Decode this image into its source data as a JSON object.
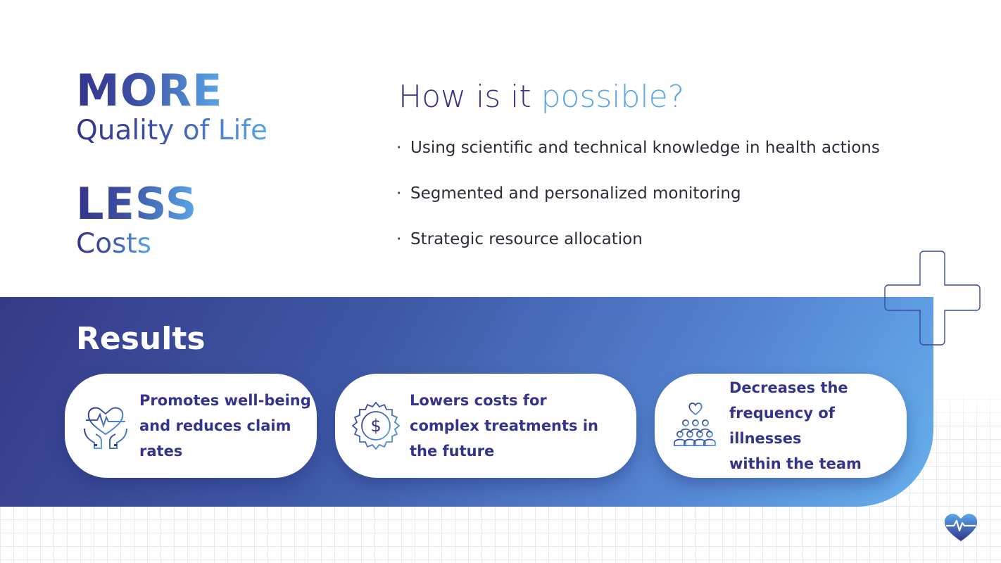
{
  "left": {
    "more": "MORE",
    "quality_of_life": "Quality of Life",
    "less": "LESS",
    "costs": "Costs"
  },
  "heading": {
    "part1": "How is it ",
    "part2": "possible?"
  },
  "bullets": [
    "Using scientific and technical knowledge in health actions",
    "Segmented and personalized monitoring",
    "Strategic resource allocation"
  ],
  "results": {
    "title": "Results",
    "cards": [
      {
        "icon": "heart-hands-icon",
        "text": [
          "Promotes well-being",
          "and reduces claim",
          "rates"
        ]
      },
      {
        "icon": "dollar-badge-icon",
        "text": [
          "Lowers costs for",
          "complex treatments in",
          "the future"
        ]
      },
      {
        "icon": "team-heart-icon",
        "text": [
          "Decreases the",
          "frequency of illnesses",
          "within the team"
        ]
      }
    ]
  },
  "colors": {
    "navy": "#33348a",
    "light_blue": "#5aa7e8",
    "band_start": "#353a88",
    "band_end": "#66b0ec"
  },
  "decor": {
    "cross": "plus-outline-icon",
    "logo": "heartbeat-logo-icon"
  }
}
